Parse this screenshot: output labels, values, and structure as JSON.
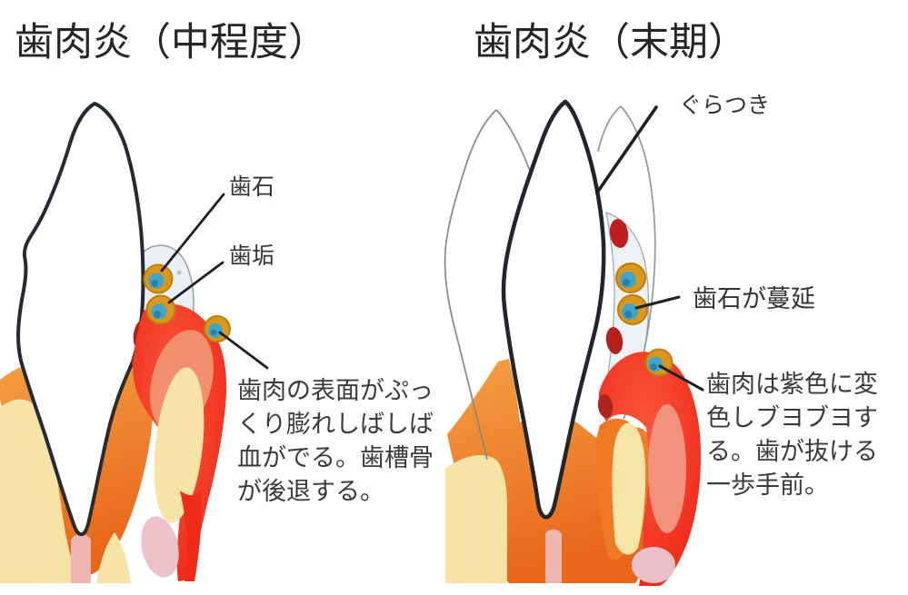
{
  "panels": {
    "left": {
      "title": "歯肉炎（中程度）",
      "labels": {
        "tartar": "歯石",
        "plaque": "歯垢"
      },
      "description_lines": [
        "歯肉の表面がぷっ",
        "くり膨れしばしば",
        "血がでる。歯槽骨",
        "が後退する。"
      ]
    },
    "right": {
      "title": "歯肉炎（末期）",
      "labels": {
        "looseness": "ぐらつき",
        "tartar_spread": "歯石が蔓延"
      },
      "description_lines": [
        "歯肉は紫色に変",
        "色しブヨブヨす",
        "る。歯が抜ける",
        "一歩手前。"
      ]
    }
  },
  "colors": {
    "background": "#ffffff",
    "tooth_outline": "#242b33",
    "ghost_outline": "#8e8589",
    "gum_red": "#ee2b18",
    "gum_red_light": "#f8573c",
    "gum_salmon": "#f1906f",
    "gum_orange": "#ee7b24",
    "gum_orange_light": "#f59f42",
    "bone_cream": "#f7e3a6",
    "ligament_pink": "#efb5b0",
    "bruise_pink": "#ebc3c8",
    "blood_dark_red": "#a8211d",
    "pocket_fill": "#e9eff2",
    "pocket_outline": "#9aa4a9",
    "bacteria_gold": "#d9971b",
    "bacteria_rim": "#bd7e12",
    "bacteria_teal": "#41a5cb",
    "bacteria_teal_dark": "#2b7fa8",
    "pointer_line": "#202020",
    "text_dark": "#262626"
  }
}
